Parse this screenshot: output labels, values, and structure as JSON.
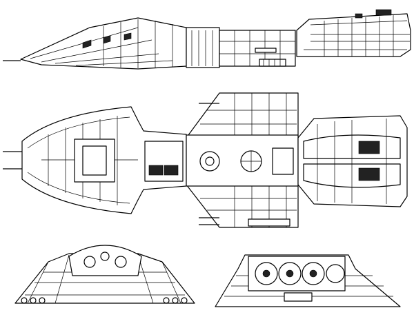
{
  "views": [
    {
      "id": "side",
      "label": ""
    },
    {
      "id": "top",
      "label": ""
    },
    {
      "id": "front",
      "label": ""
    },
    {
      "id": "rear",
      "label": ""
    }
  ],
  "colors": {
    "line": "#000000",
    "paper": "#ffffff"
  }
}
